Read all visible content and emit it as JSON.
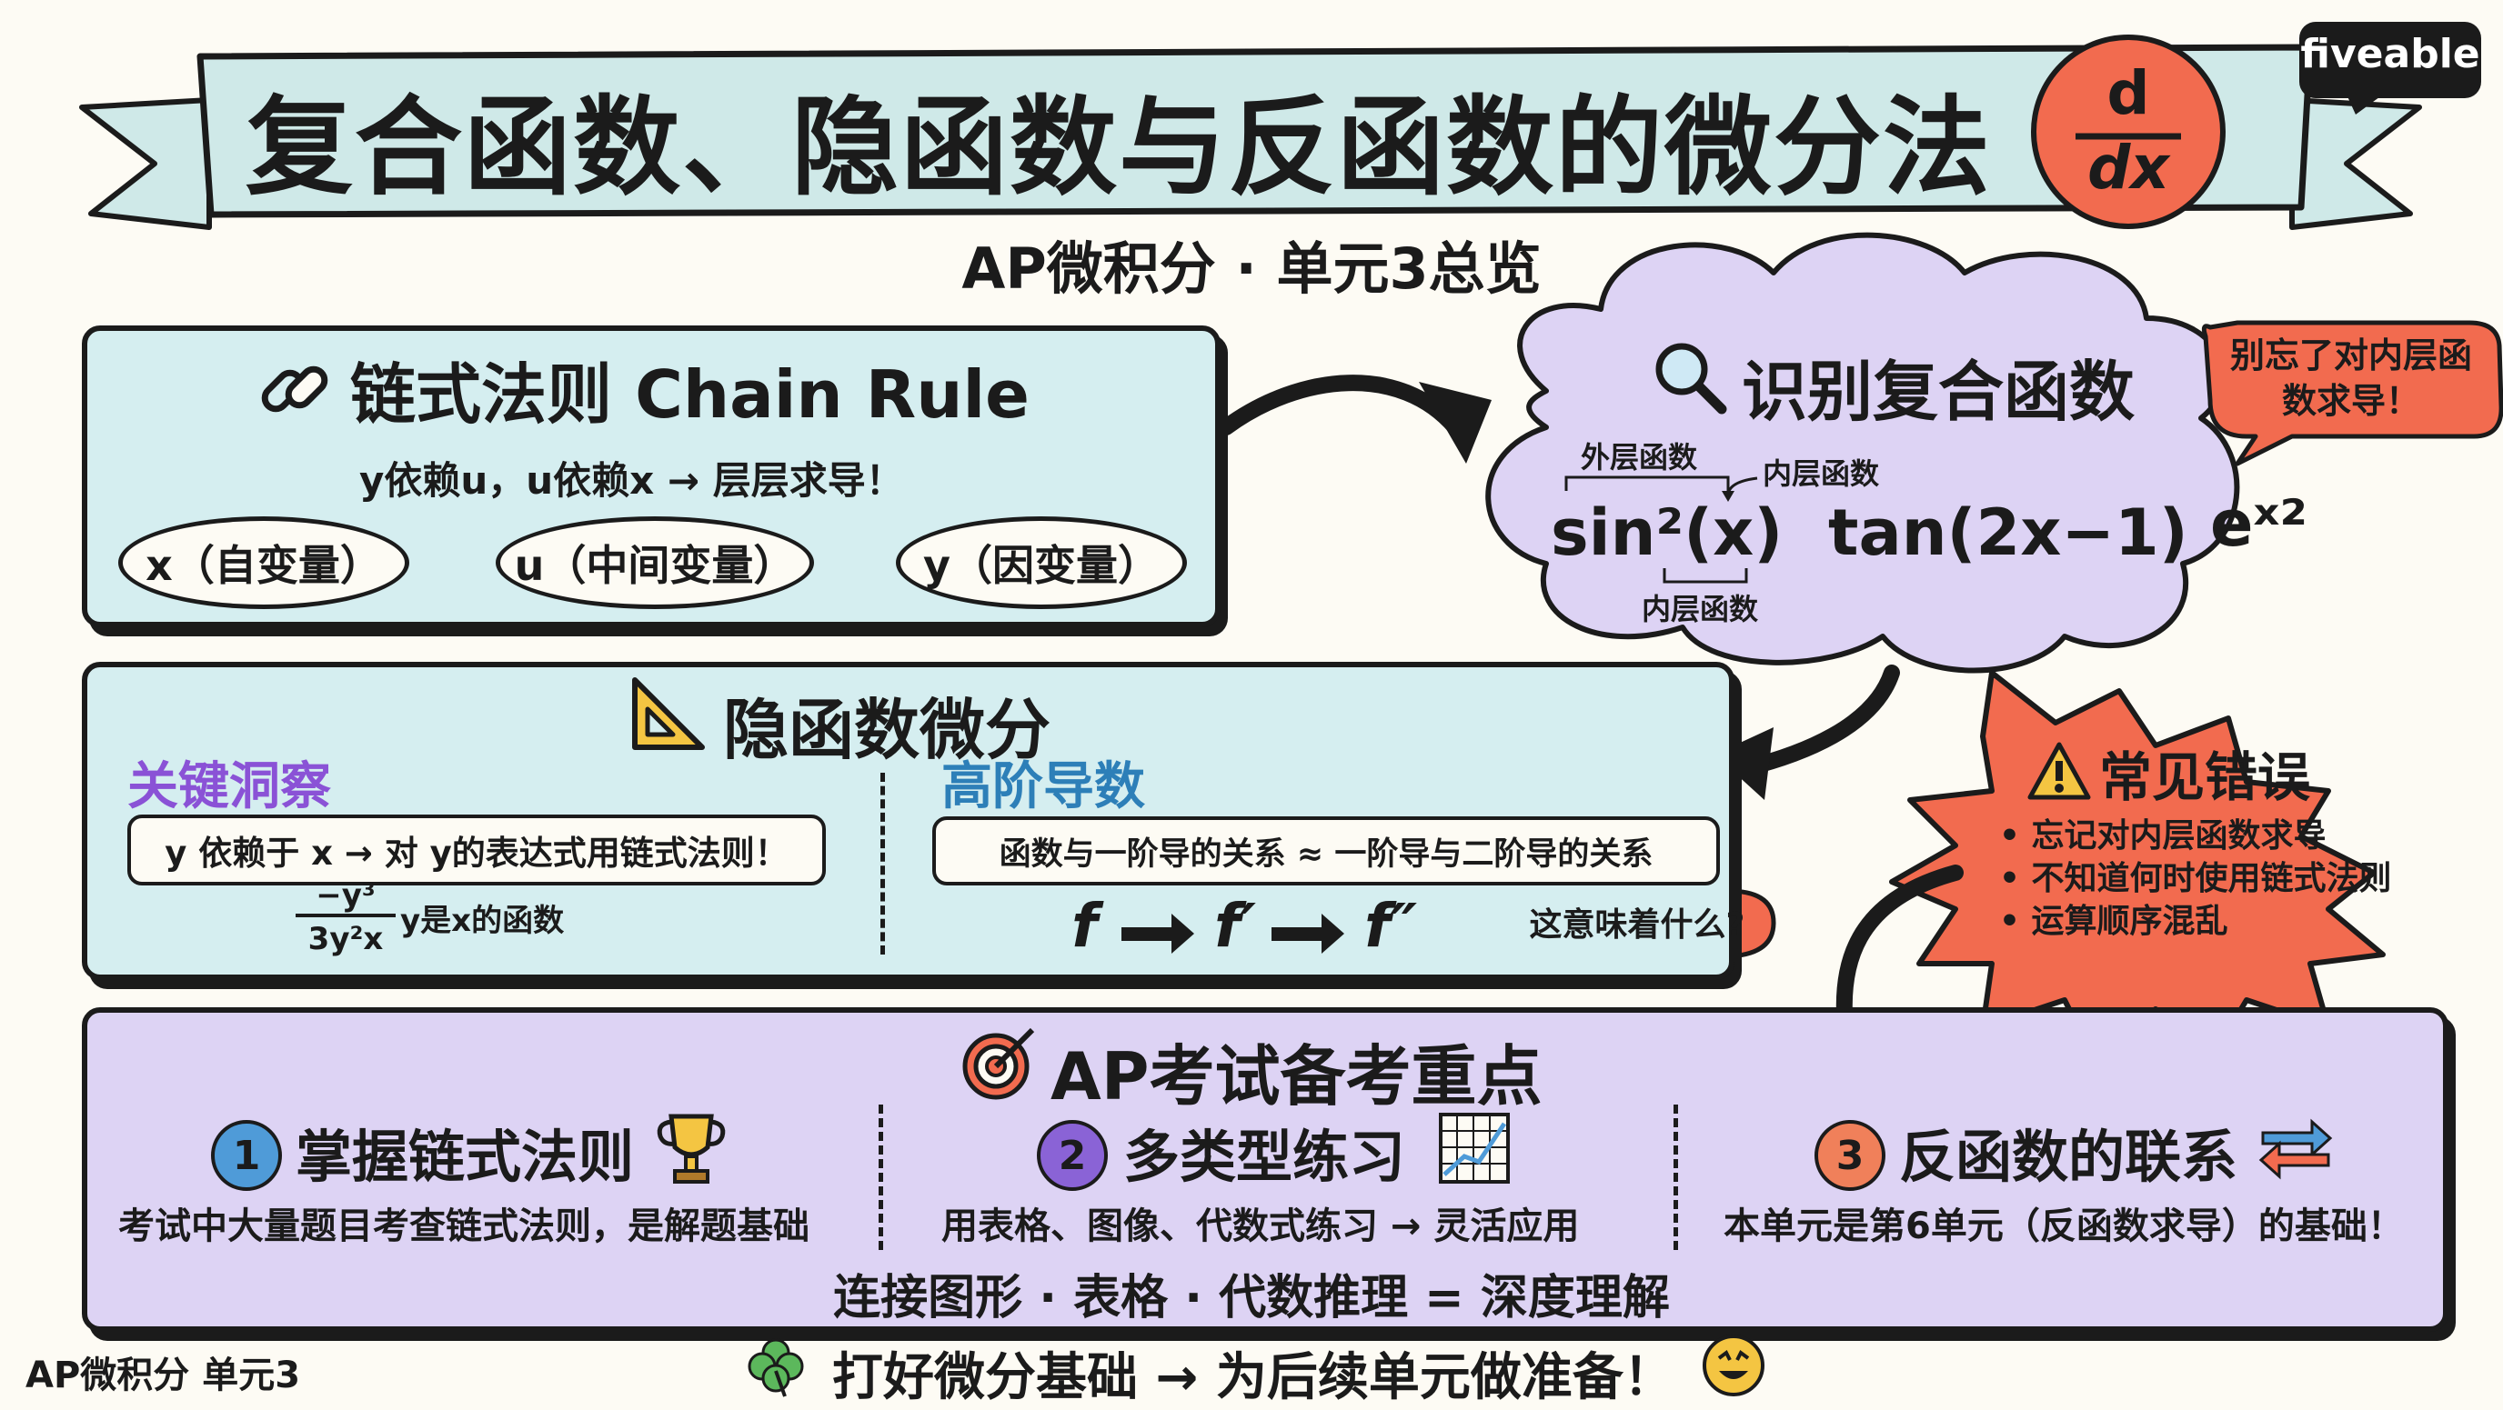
{
  "header": {
    "title": "复合函数、隐函数与反函数的微分法",
    "deriv_top": "d",
    "deriv_bottom": "dx",
    "subtitle": "AP微积分 · 单元3总览",
    "brand": "fiveable"
  },
  "chain_rule": {
    "title": "链式法则 Chain Rule",
    "subtitle": "y依赖u，u依赖x → 层层求导！",
    "nodes": [
      "x（自变量）",
      "u（中间变量）",
      "y（因变量）"
    ]
  },
  "composite": {
    "title": "识别复合函数",
    "outer_label": "外层函数",
    "inner_label_right": "内层函数",
    "inner_label_bottom": "内层函数",
    "examples": [
      "sin²(x)",
      "tan(2x−1)",
      "eˣ²"
    ],
    "reminder": "别忘了对内层函数求导！"
  },
  "implicit": {
    "title": "隐函数微分",
    "insight_heading": "关键洞察",
    "insight_text": "y 依赖于 x → 对 y的表达式用链式法则！",
    "fraction_num": "−y³",
    "fraction_den": "3y²x",
    "fraction_note": "y是x的函数",
    "higher_heading": "高阶导数",
    "higher_text": "函数与一阶导的关系 ≈ 一阶导与二阶导的关系",
    "chain": [
      "f",
      "f′",
      "f″"
    ],
    "question": "这意味着什么?"
  },
  "mistakes": {
    "title": "常见错误",
    "items": [
      "• 忘记对内层函数求导",
      "• 不知道何时使用链式法则",
      "• 运算顺序混乱"
    ]
  },
  "exam": {
    "title": "AP考试备考重点",
    "cols": [
      {
        "num": "1",
        "title": "掌握链式法则",
        "desc": "考试中大量题目考查链式法则，是解题基础"
      },
      {
        "num": "2",
        "title": "多类型练习",
        "desc": "用表格、图像、代数式练习 → 灵活应用"
      },
      {
        "num": "3",
        "title": "反函数的联系",
        "desc": "本单元是第6单元（反函数求导）的基础！"
      }
    ],
    "bottom_line": "连接图形 · 表格 · 代数推理 = 深度理解"
  },
  "footer": {
    "left": "AP微积分 单元3",
    "center": "打好微分基础 → 为后续单元做准备！"
  },
  "colors": {
    "panel_blue": "#d5eef0",
    "panel_purple": "#ddd3f4",
    "ribbon": "#cfe9e8",
    "accent_red": "#f26b4f",
    "purple_text": "#8a52d6",
    "blue_text": "#2d7fb8",
    "badge_blue": "#4f9bd8",
    "badge_purple": "#8a63d6",
    "badge_orange": "#f0805a"
  },
  "icons": [
    "chain-link-icon",
    "magnifier-icon",
    "triangle-ruler-icon",
    "warning-icon",
    "target-icon",
    "trophy-icon",
    "grid-chart-icon",
    "swap-arrows-icon",
    "clover-icon",
    "smiley-icon"
  ]
}
